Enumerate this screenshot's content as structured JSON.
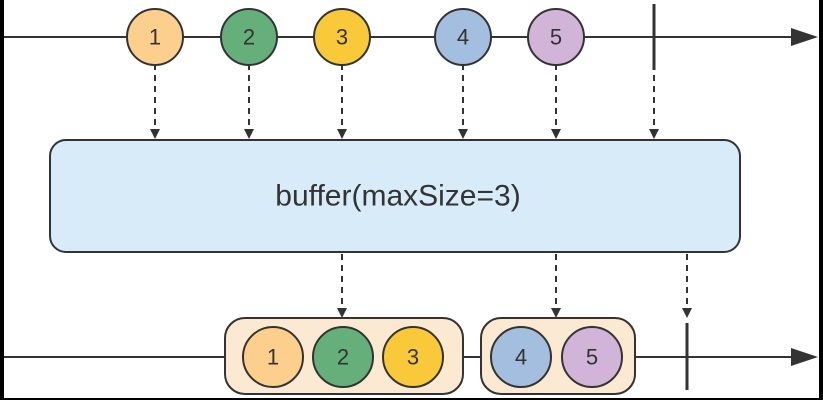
{
  "operator": {
    "label": "buffer(maxSize=3)"
  },
  "input": {
    "marbles": [
      {
        "label": "1",
        "color": "#fccf8c"
      },
      {
        "label": "2",
        "color": "#65b07a"
      },
      {
        "label": "3",
        "color": "#f9c93a"
      },
      {
        "label": "4",
        "color": "#a4bedf"
      },
      {
        "label": "5",
        "color": "#d2b4d8"
      }
    ]
  },
  "output": {
    "groups": [
      {
        "items": [
          {
            "label": "1",
            "color": "#fccf8c"
          },
          {
            "label": "2",
            "color": "#65b07a"
          },
          {
            "label": "3",
            "color": "#f9c93a"
          }
        ]
      },
      {
        "items": [
          {
            "label": "4",
            "color": "#a4bedf"
          },
          {
            "label": "5",
            "color": "#d2b4d8"
          }
        ]
      }
    ]
  },
  "colors": {
    "background": "#ffffff",
    "operator_fill": "#d7ecf8",
    "group_fill": "#fbe9d1",
    "line": "#333333"
  }
}
